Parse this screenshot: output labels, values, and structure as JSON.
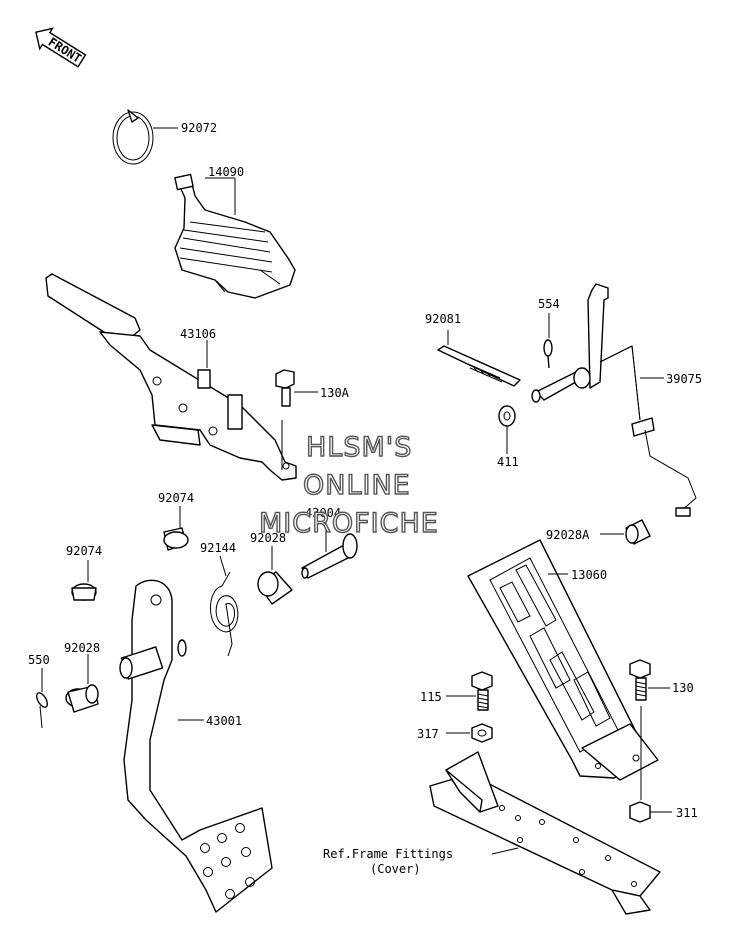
{
  "front_arrow_label": "FRONT",
  "watermark": {
    "line1": "HLSM'S",
    "line2": "ONLINE",
    "line3": "MICROFICHE"
  },
  "parts": {
    "p92072": "92072",
    "p14090": "14090",
    "p43106": "43106",
    "p130A": "130A",
    "p92081": "92081",
    "p554": "554",
    "p39075": "39075",
    "p411": "411",
    "p92074a": "92074",
    "p43004": "43004",
    "p92144": "92144",
    "p92028a": "92028",
    "p92074b": "92074",
    "p550": "550",
    "p92028b": "92028",
    "p43001": "43001",
    "p92028A": "92028A",
    "p13060": "13060",
    "p115": "115",
    "p130": "130",
    "p317": "317",
    "p311": "311"
  },
  "reference_note": {
    "line1": "Ref.Frame Fittings",
    "line2": "(Cover)"
  }
}
